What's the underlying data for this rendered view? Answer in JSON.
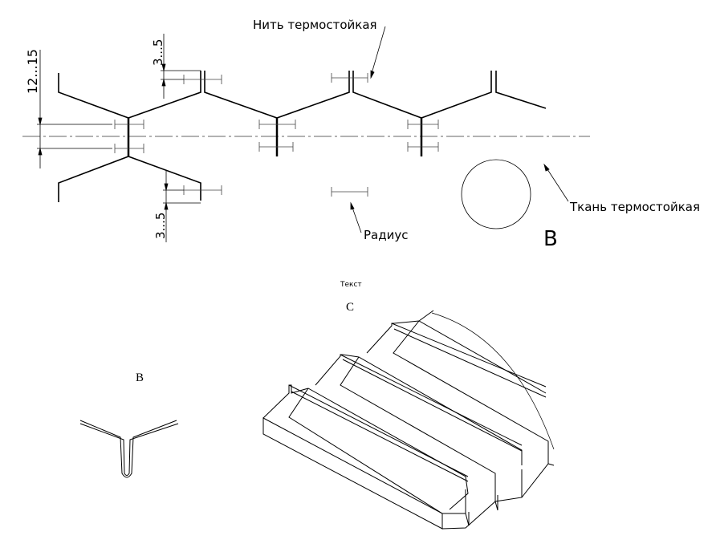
{
  "labels": {
    "thread": "Нить термостойкая",
    "fabric": "Ткань термостойкая",
    "radius": "Радиус",
    "detail_marker": "B",
    "text_label": "Текст",
    "view_c": "C",
    "view_b": "B"
  },
  "dimensions": {
    "cell_height": "12...15",
    "top_fold": "3...5",
    "bottom_fold": "3...5"
  },
  "colors": {
    "line": "#000000",
    "thin": "#555555"
  }
}
